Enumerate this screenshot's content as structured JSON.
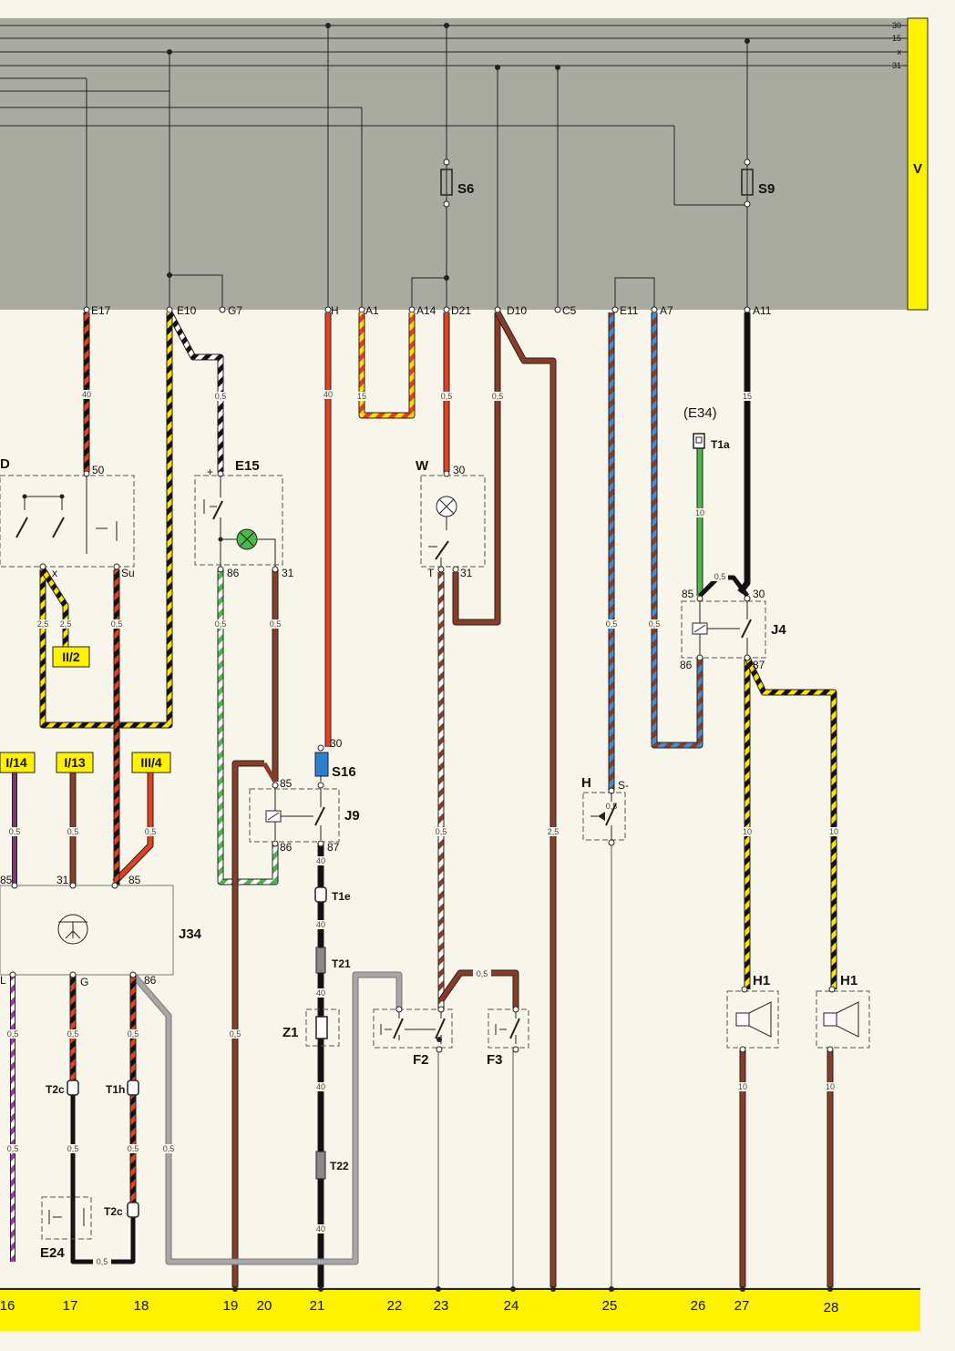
{
  "bus_rails": [
    "30",
    "15",
    "x",
    "31"
  ],
  "side_marker": "V",
  "fuse_panel": {
    "fuses": [
      "S6",
      "S9"
    ],
    "terminals": [
      "E17",
      "E10",
      "G7",
      "H",
      "A1",
      "A14",
      "D21",
      "D10",
      "C5",
      "E11",
      "A7",
      "A11"
    ]
  },
  "components": {
    "D": "D",
    "D_50": "50",
    "D_x": "x",
    "D_su": "Su",
    "E15": "E15",
    "E15_86": "86",
    "E15_31": "31",
    "E15_plus": "+",
    "W": "W",
    "W_30": "30",
    "W_T": "T",
    "W_31": "31",
    "E34": "(E34)",
    "T1a": "T1a",
    "J4": "J4",
    "J4_85": "85",
    "J4_30": "30",
    "J4_86": "86",
    "J4_87": "87",
    "J4_10": "10",
    "S16": "S16",
    "S16_30": "30",
    "J9": "J9",
    "J9_85": "85",
    "J9_86": "86",
    "J9_87": "87",
    "H": "H",
    "H_S": "S-",
    "J34": "J34",
    "J34_85a": "85",
    "J34_31": "31",
    "J34_85b": "85",
    "J34_L": "L",
    "J34_G": "G",
    "J34_86": "86",
    "T1e": "T1e",
    "T21": "T21",
    "Z1": "Z1",
    "T22": "T22",
    "F2": "F2",
    "F3": "F3",
    "H1a": "H1",
    "H1b": "H1",
    "T2c_a": "T2c",
    "T1h": "T1h",
    "T2c_b": "T2c",
    "E24": "E24",
    "wire_05": "0,5"
  },
  "cross_refs": [
    "I/14",
    "I/13",
    "III/4",
    "II/2"
  ],
  "wire_sizes": [
    "40",
    "0,5",
    "40",
    "15",
    "0,5",
    "0,5",
    "0,5",
    "0,5",
    "15",
    "10",
    "2,5",
    "2,5",
    "0,5",
    "0,5",
    "0,5",
    "0,5",
    "0,5",
    "0,5",
    "0,5",
    "0,5",
    "40",
    "40",
    "40",
    "40",
    "40",
    "0,5",
    "2,5",
    "0,5",
    "0,5",
    "10",
    "10",
    "10",
    "10",
    "0,5",
    "0,5",
    "0,5",
    "0,5",
    "0,5",
    "0,5",
    "0,5",
    "0,5"
  ],
  "columns": [
    "16",
    "17",
    "18",
    "19",
    "20",
    "21",
    "22",
    "23",
    "24",
    "25",
    "26",
    "27",
    "28"
  ],
  "colors": {
    "panel_gray": "#a9aba1",
    "yellow": "#fff200",
    "red": "#e2401f",
    "brown": "#8a3c26",
    "black": "#111111",
    "green": "#4cb848",
    "blue": "#2f7fd0",
    "violet": "#9a3aa8",
    "gray_wire": "#a7a7a7",
    "white": "#ffffff"
  }
}
